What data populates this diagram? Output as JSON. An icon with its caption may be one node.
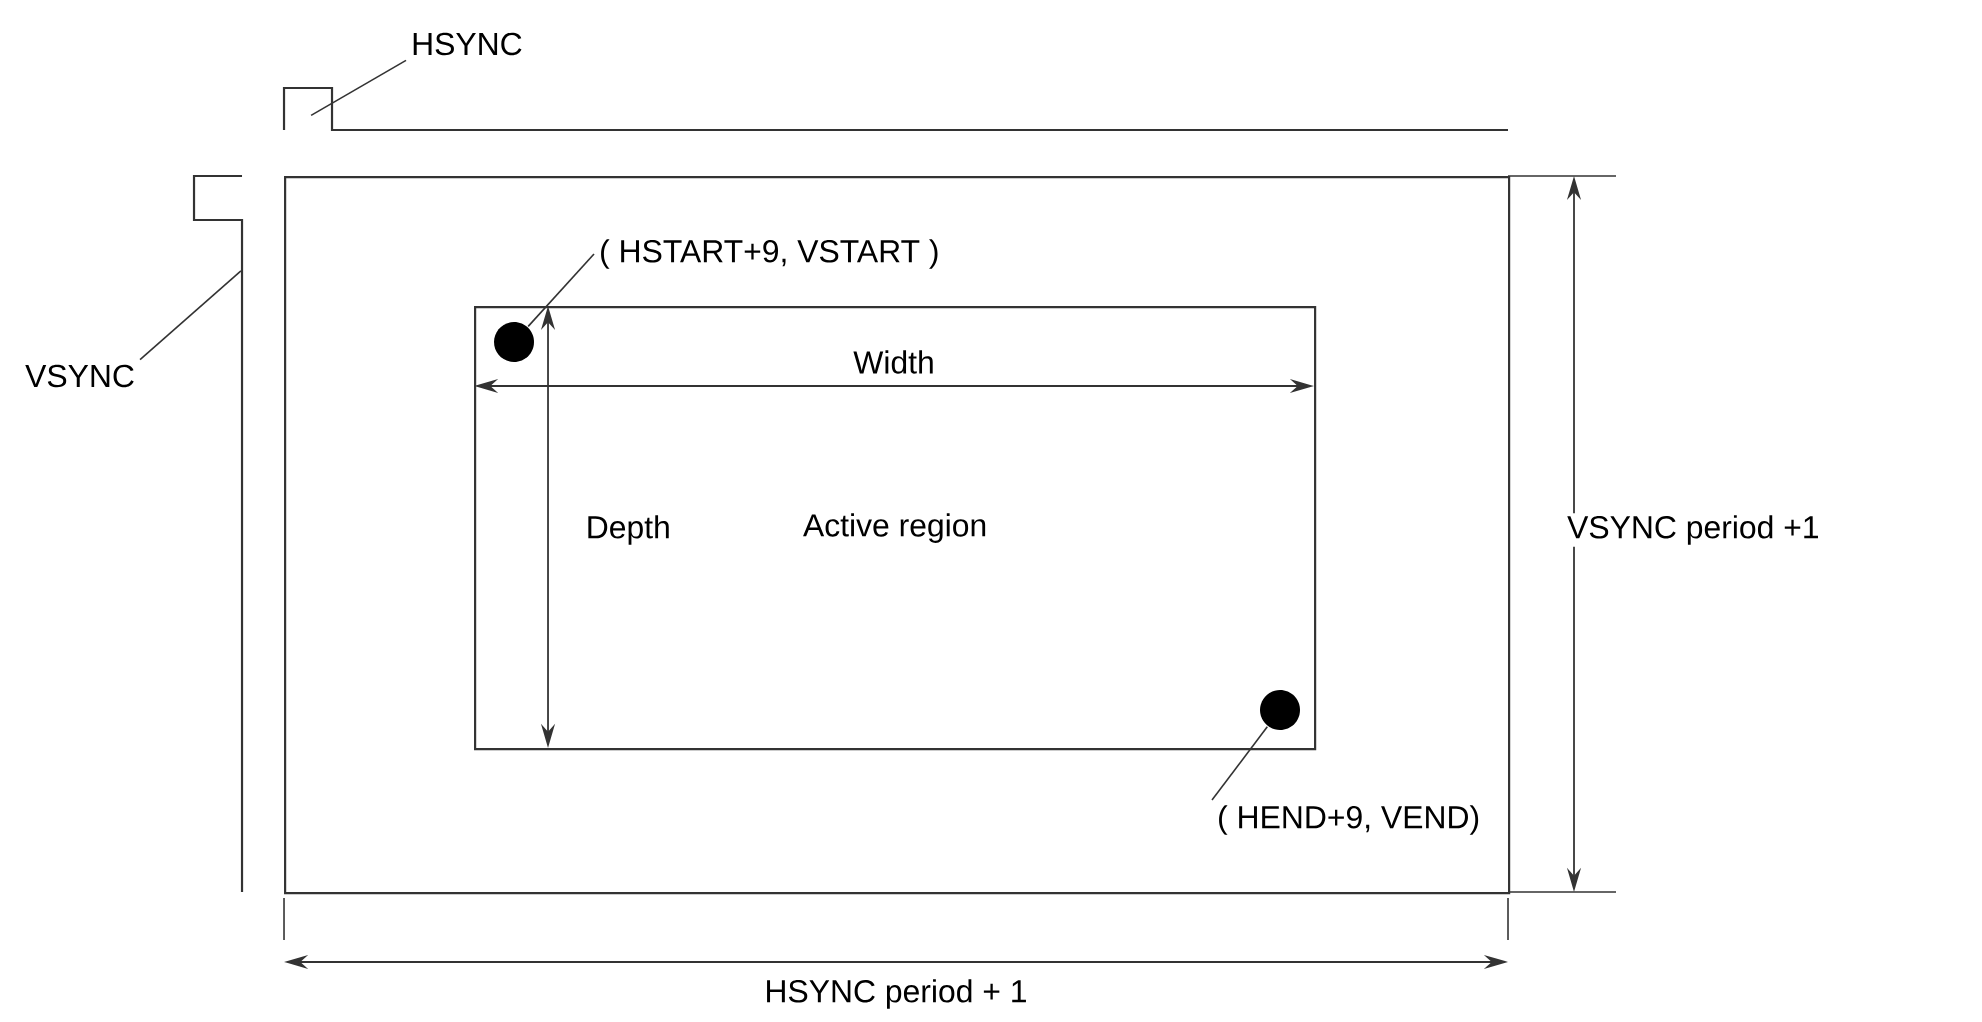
{
  "diagram": {
    "nodes": [
      {
        "text": [],
        "shape": "box"
      },
      {
        "text": [
          "Active region"
        ],
        "in": 0
      },
      {
        "text": [],
        "shape": "circle",
        "in": 1
      },
      {
        "text": [],
        "shape": "circle",
        "in": 1
      },
      {
        "text": [
          "( HSTART+9, VSTART )"
        ],
        "in": 0
      },
      {
        "text": [
          "( HEND+9, VEND)"
        ],
        "in": 0
      },
      {
        "text": [
          "HSYNC"
        ]
      },
      {
        "text": [
          "VSYNC"
        ]
      },
      {
        "text": [],
        "shape": "line"
      },
      {
        "text": [],
        "shape": "line"
      }
    ],
    "edges": [
      {
        "from": 4,
        "to": 2,
        "arrow": "none"
      },
      {
        "from": 5,
        "to": 3,
        "arrow": "none"
      },
      {
        "from": 6,
        "to": 8,
        "arrow": "none"
      },
      {
        "from": 7,
        "to": 9,
        "arrow": "none"
      }
    ],
    "labels": [
      "Width",
      "Depth",
      "VSYNC period +1",
      "HSYNC period + 1"
    ]
  }
}
